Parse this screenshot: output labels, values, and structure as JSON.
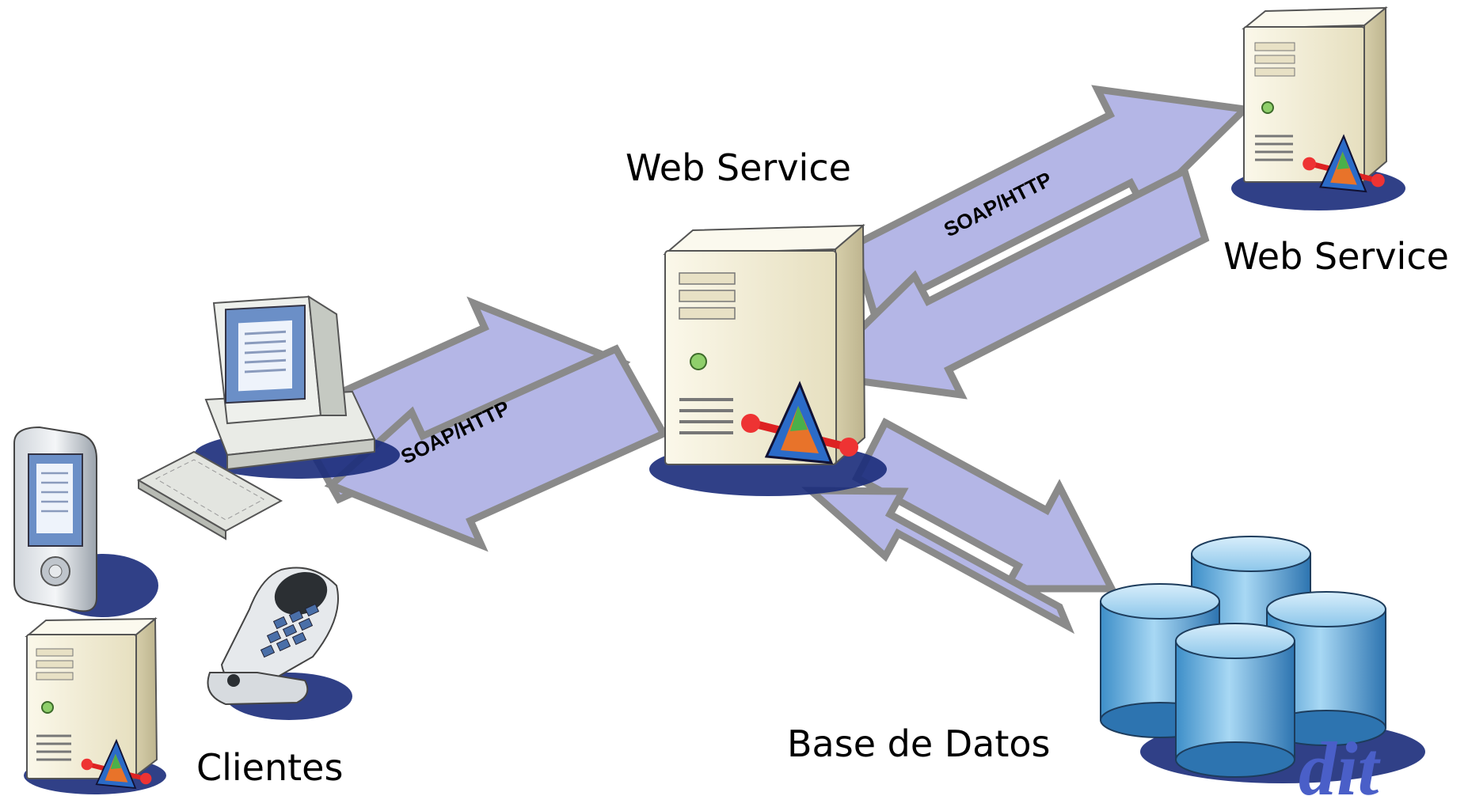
{
  "labels": {
    "central_service": "Web Service",
    "remote_service": "Web Service",
    "clients": "Clientes",
    "database": "Base de Datos",
    "protocol_left": "SOAP/HTTP",
    "protocol_right": "SOAP/HTTP",
    "logo": "dit"
  },
  "colors": {
    "arrow_fill": "#b4b6e6",
    "arrow_stroke": "#8a8a8a",
    "server_body": "#f3efdc",
    "db_blue": "#6ab4e0",
    "logo": "#4a5fc8"
  },
  "icons": [
    "server-icon",
    "desktop-computer-icon",
    "pda-icon",
    "phone-icon",
    "database-icon",
    "service-badge-icon"
  ]
}
